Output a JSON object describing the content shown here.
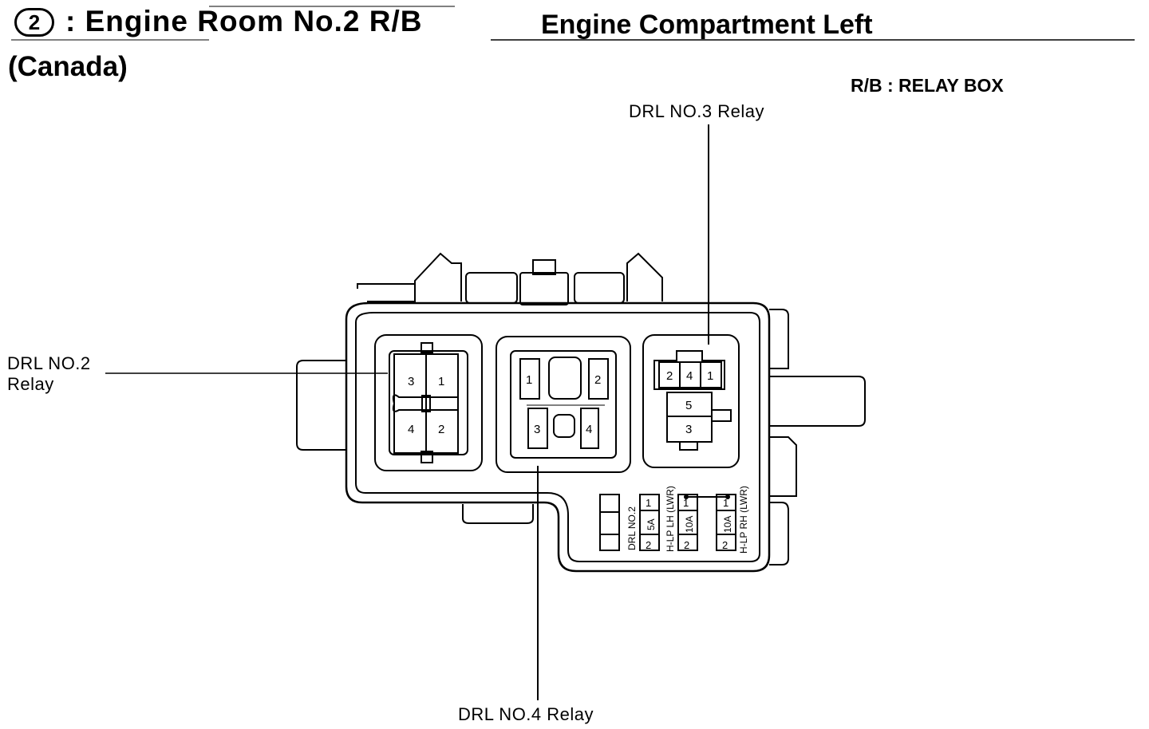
{
  "header": {
    "number": "2",
    "separator": ":",
    "title": "Engine Room No.2 R/B",
    "location": "Engine Compartment Left",
    "region": "(Canada)",
    "legend": "R/B : RELAY BOX"
  },
  "callouts": {
    "drl3": "DRL NO.3 Relay",
    "drl2_line1": "DRL NO.2",
    "drl2_line2": "Relay",
    "drl4": "DRL NO.4 Relay"
  },
  "relay_drl2": {
    "t3": "3",
    "t1": "1",
    "t4": "4",
    "t2": "2"
  },
  "relay_drl4": {
    "t1": "1",
    "t2": "2",
    "t3": "3",
    "t4": "4"
  },
  "relay_drl3": {
    "t2": "2",
    "t4": "4",
    "t1": "1",
    "t5": "5",
    "t3": "3"
  },
  "fuses": [
    {
      "name": "DRL NO.2",
      "top": "1",
      "rating": "5A",
      "bottom": "2"
    },
    {
      "name": "H-LP LH (LWR)",
      "top": "1",
      "rating": "10A",
      "bottom": "2"
    },
    {
      "name": "H-LP RH (LWR)",
      "top": "1",
      "rating": "10A",
      "bottom": "2"
    }
  ]
}
